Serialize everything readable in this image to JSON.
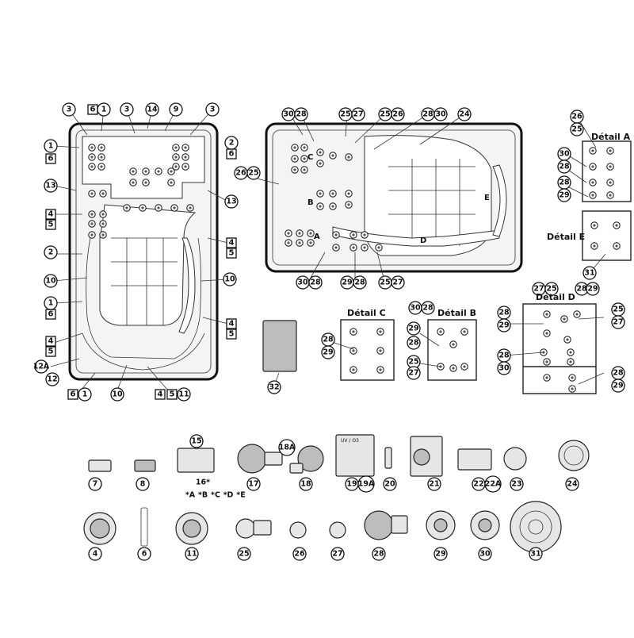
{
  "details": {
    "a": "Détail A",
    "b": "Détail B",
    "c": "Détail C",
    "d": "Détail D",
    "e": "Détail E"
  },
  "zones": [
    "A",
    "B",
    "C",
    "D",
    "E"
  ],
  "left_callouts": {
    "c3a": "3",
    "s6a": "6",
    "c1a": "1",
    "c3b": "3",
    "c14": "14",
    "c9": "9",
    "c3c": "3",
    "c1b": "1",
    "s6b": "6",
    "c2a": "2",
    "s6c": "6",
    "c13a": "13",
    "c13b": "13",
    "s4a": "4",
    "s5a": "5",
    "s4b": "4",
    "s5b": "5",
    "c2b": "2",
    "c10a": "10",
    "c10b": "10",
    "c1c": "1",
    "s6d": "6",
    "s4c": "4",
    "s5c": "5",
    "s4d": "4",
    "s5d": "5",
    "c12a": "12A",
    "c12": "12",
    "s6e": "6",
    "c1d": "1",
    "c10c": "10",
    "s4e": "4",
    "s5e": "5",
    "c11a": "11"
  },
  "right_callouts": {
    "r30a": "30",
    "r28a": "28",
    "r25a": "25",
    "r27a": "27",
    "r25b": "25",
    "r26a": "26",
    "r28b": "28",
    "r30b": "30",
    "r24": "24",
    "r26b": "26",
    "r25c": "25",
    "r30c": "30",
    "r28c": "28",
    "r29a": "29",
    "r28d": "28",
    "r25d": "25",
    "r27b": "27",
    "a26": "26",
    "a25": "25",
    "a30": "30",
    "a28a": "28",
    "a28b": "28",
    "a29": "29",
    "e31": "31",
    "c28": "28",
    "c29": "29",
    "b30": "30",
    "b28a": "28",
    "b29": "29",
    "b28b": "28",
    "b25": "25",
    "b27": "27",
    "d27a": "27",
    "d25a": "25",
    "d28a": "28",
    "d29a": "29",
    "d25b": "25",
    "d27b": "27",
    "d28b": "28",
    "d29b": "29",
    "d28c": "28",
    "d30": "30",
    "d28d": "28",
    "d29c": "29",
    "f32": "32"
  },
  "parts": {
    "p7": "7",
    "p8": "8",
    "p15": "15",
    "p16": "16*",
    "pA": "*A",
    "pB": "*B",
    "pC": "*C",
    "pD": "*D",
    "pE": "*E",
    "p17": "17",
    "p18a": "18A",
    "p18": "18",
    "p19": "19",
    "p19a": "19A",
    "p20": "20",
    "p21": "21",
    "p22": "22",
    "p22a": "22A",
    "p23": "23",
    "p24": "24",
    "p4": "4",
    "p6": "6",
    "p11": "11",
    "p25": "25",
    "p26": "26",
    "p27": "27",
    "p28": "28",
    "p29": "29",
    "p30": "30",
    "p31": "31"
  },
  "labels": {
    "box_text": "UV / O3"
  },
  "colors": {
    "line": "#222222",
    "shell_fill": "#f4f4f4",
    "background": "#ffffff"
  }
}
